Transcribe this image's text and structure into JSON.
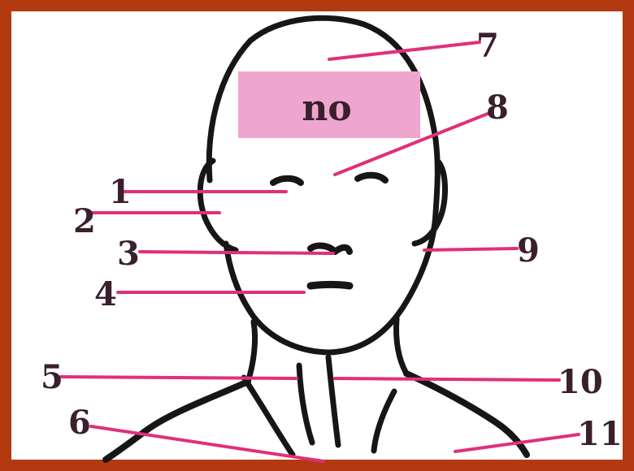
{
  "colors": {
    "frame": "#b33a10",
    "pointer": "#e0307a",
    "sticker": "#eea6cf",
    "label_text": "#3a1f2c",
    "ink": "#161616"
  },
  "sticker": {
    "text": "no"
  },
  "labels": [
    {
      "id": "1",
      "text": "1"
    },
    {
      "id": "2",
      "text": "2"
    },
    {
      "id": "3",
      "text": "3"
    },
    {
      "id": "4",
      "text": "4"
    },
    {
      "id": "5",
      "text": "5"
    },
    {
      "id": "6",
      "text": "6"
    },
    {
      "id": "7",
      "text": "7"
    },
    {
      "id": "8",
      "text": "8"
    },
    {
      "id": "9",
      "text": "9"
    },
    {
      "id": "10",
      "text": "10"
    },
    {
      "id": "11",
      "text": "11"
    }
  ]
}
